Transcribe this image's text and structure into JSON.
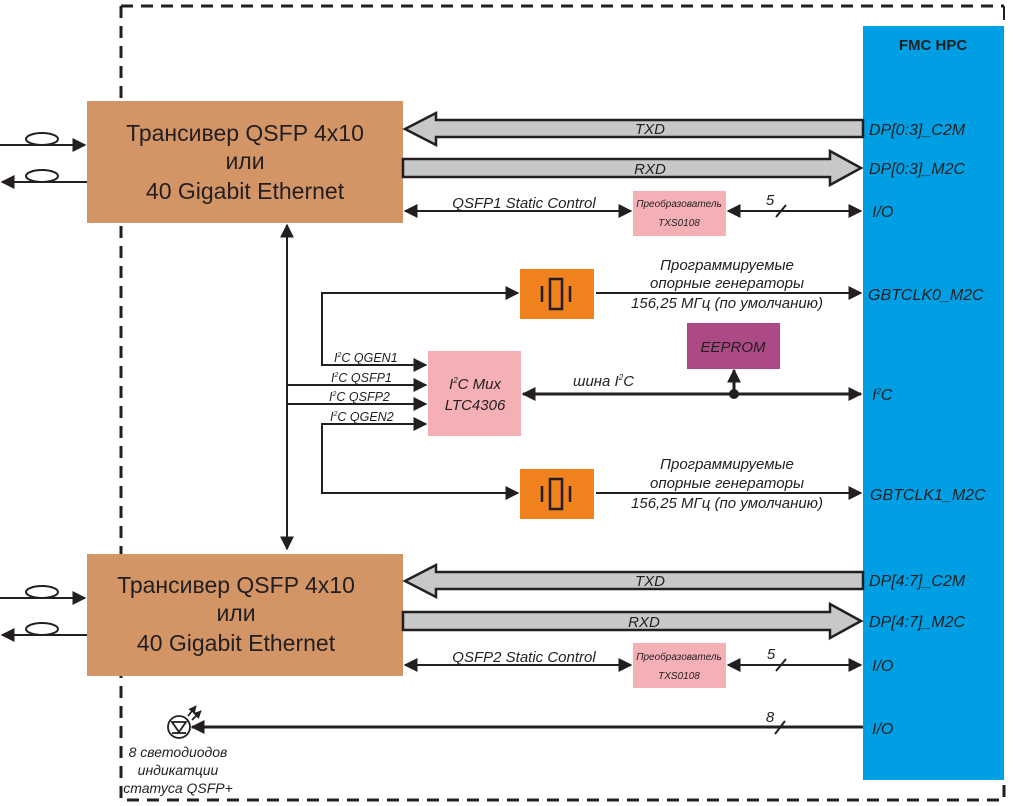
{
  "colors": {
    "transceiver": "#d39466",
    "fmc": "#009fe3",
    "oscillator": "#f0821e",
    "converter": "#f4b0b5",
    "mux": "#f4b0b5",
    "eeprom": "#ac4a86",
    "bus_fill": "#c8c8c8",
    "line": "#231f20"
  },
  "fmc": {
    "title": "FMC HPC",
    "pins": {
      "dp03_c2m": "DP[0:3]_C2M",
      "dp03_m2c": "DP[0:3]_M2C",
      "io1": "I/O",
      "gbtclk0": "GBTCLK0_M2C",
      "i2c_base": "I",
      "i2c_sup": "2",
      "i2c_tail": "C",
      "gbtclk1": "GBTCLK1_M2C",
      "dp47_c2m": "DP[4:7]_C2M",
      "dp47_m2c": "DP[4:7]_M2C",
      "io2": "I/O",
      "io3": "I/O"
    }
  },
  "transceiver1": {
    "line1": "Трансивер QSFP 4x10",
    "line2": "или",
    "line3": "40 Gigabit Ethernet"
  },
  "transceiver2": {
    "line1": "Трансивер QSFP 4x10",
    "line2": "или",
    "line3": "40 Gigabit Ethernet"
  },
  "buses": {
    "txd1": "TXD",
    "rxd1": "RXD",
    "txd2": "TXD",
    "rxd2": "RXD"
  },
  "static_control": {
    "qsfp1": "QSFP1 Static Control",
    "qsfp2": "QSFP2 Static Control",
    "width1": "5",
    "width2": "5"
  },
  "converter": {
    "line1": "Преобразователь",
    "line2": "TXS0108"
  },
  "oscillators": {
    "desc_line1": "Программируемые",
    "desc_line2": "опорные генераторы",
    "desc_line3": "156,25 МГц (по умолчанию)"
  },
  "mux": {
    "line1_base": "I",
    "line1_sup": "2",
    "line1_tail": "C Mux",
    "line2": "LTC4306",
    "inputs": [
      {
        "base": "I",
        "sup": "2",
        "tail": "C QGEN1"
      },
      {
        "base": "I",
        "sup": "2",
        "tail": "C QSFP1"
      },
      {
        "base": "I",
        "sup": "2",
        "tail": "C QSFP2"
      },
      {
        "base": "I",
        "sup": "2",
        "tail": "C QGEN2"
      }
    ]
  },
  "i2c_bus": {
    "label_base": "шина I",
    "label_sup": "2",
    "label_tail": "C"
  },
  "eeprom": {
    "label": "EEPROM"
  },
  "leds": {
    "width": "8",
    "caption_line1": "8  светодиодов",
    "caption_line2": "индикатции",
    "caption_line3": "статуса QSFP+"
  }
}
